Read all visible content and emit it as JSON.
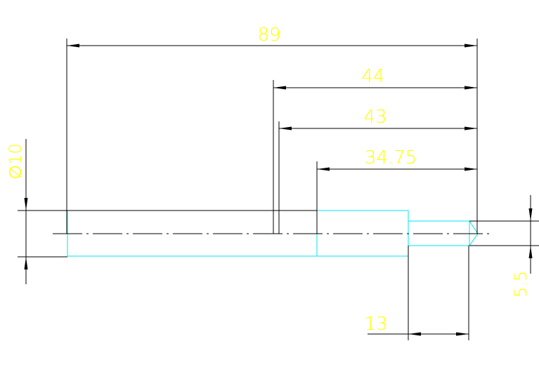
{
  "colors": {
    "background": "#ffffff",
    "dimension_line": "#000000",
    "part_outline": "#00e5ee",
    "dimension_text": "#ffff00"
  },
  "dimensions": {
    "overall_length": "89",
    "shoulder_44": "44",
    "shoulder_43": "43",
    "step_34_75": "34.75",
    "tip_length": "13",
    "diameter_main": "∅10",
    "diameter_tip": "5.5"
  }
}
